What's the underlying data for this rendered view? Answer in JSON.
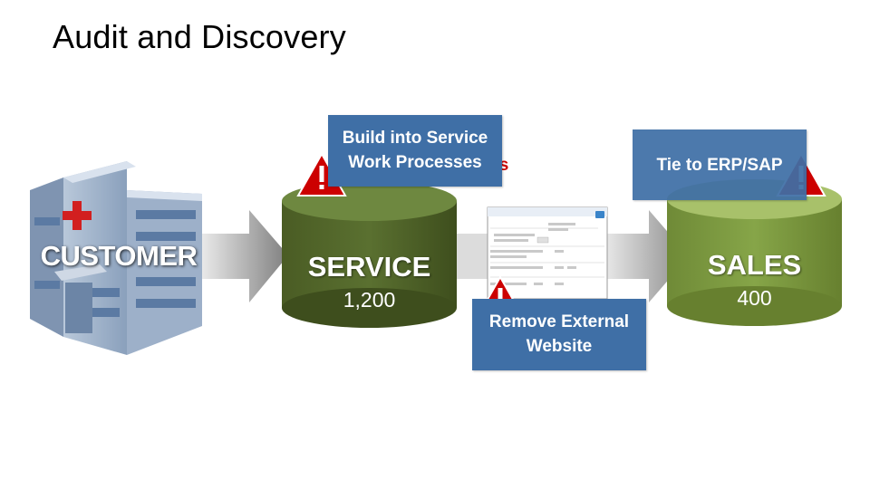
{
  "title": "Audit and Discovery",
  "customer": {
    "label": "CUSTOMER"
  },
  "service": {
    "label": "SERVICE",
    "count": "1,200"
  },
  "sales": {
    "label": "SALES",
    "count": "400"
  },
  "callouts": {
    "service": "Build into Service Work Processes",
    "external": "Remove External Website",
    "sales": "Tie to ERP/SAP"
  },
  "colors": {
    "service_cylinder": "#4f6228",
    "sales_cylinder": "#76923c",
    "callout_bg": "#3f6fa6",
    "warning": "#cc0000"
  },
  "icons": [
    "warning-icon",
    "hospital-building-icon",
    "arrow-right-icon",
    "website-form-thumbnail"
  ]
}
